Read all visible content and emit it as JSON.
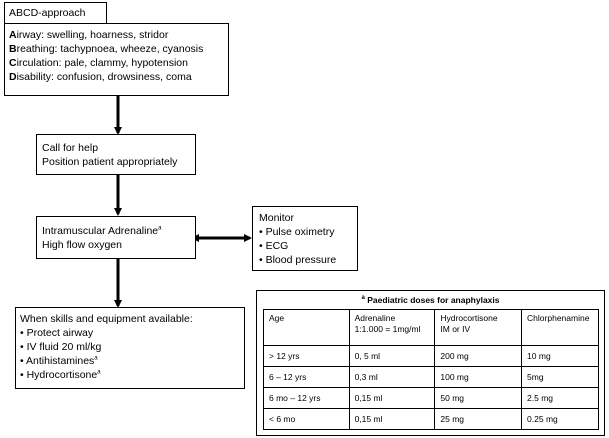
{
  "abcd": {
    "title": "ABCD-approach",
    "rows": [
      {
        "letter": "A",
        "rest": "irway: swelling, hoarness, stridor"
      },
      {
        "letter": "B",
        "rest": "reathing: tachypnoea, wheeze, cyanosis"
      },
      {
        "letter": "C",
        "rest": "irculation: pale, clammy, hypotension"
      },
      {
        "letter": "D",
        "rest": "isability: confusion, drowsiness, coma"
      }
    ]
  },
  "call": {
    "line1": "Call for help",
    "line2": "Position patient appropriately"
  },
  "adrenaline": {
    "line1": "Intramuscular Adrenaline",
    "line1_sup": "a",
    "line2": "High flow oxygen"
  },
  "monitor": {
    "title": "Monitor",
    "items": [
      "• Pulse oximetry",
      "• ECG",
      "• Blood pressure"
    ]
  },
  "skills": {
    "title": "When skills and equipment available:",
    "items": [
      {
        "text": "• Protect airway",
        "sup": ""
      },
      {
        "text": "• IV fluid 20 ml/kg",
        "sup": ""
      },
      {
        "text": "• Antihistamines",
        "sup": "a"
      },
      {
        "text": "• Hydrocortisone",
        "sup": "a"
      }
    ]
  },
  "doses": {
    "title_sup": "a",
    "title": "Paediatric doses for anaphylaxis",
    "headers": [
      [
        "Age"
      ],
      [
        "Adrenaline",
        "1:1.000 =  1mg/ml"
      ],
      [
        "Hydrocortisone",
        "IM or IV"
      ],
      [
        "Chlorphenamine"
      ]
    ],
    "rows": [
      [
        "> 12 yrs",
        "0, 5 ml",
        "200 mg",
        "10 mg"
      ],
      [
        "6 – 12 yrs",
        "0,3 ml",
        "100 mg",
        "5mg"
      ],
      [
        "6 mo – 12 yrs",
        "0,15 ml",
        "50 mg",
        "2.5 mg"
      ],
      [
        "< 6 mo",
        "0,15 ml",
        "25 mg",
        "0.25 mg"
      ]
    ]
  }
}
